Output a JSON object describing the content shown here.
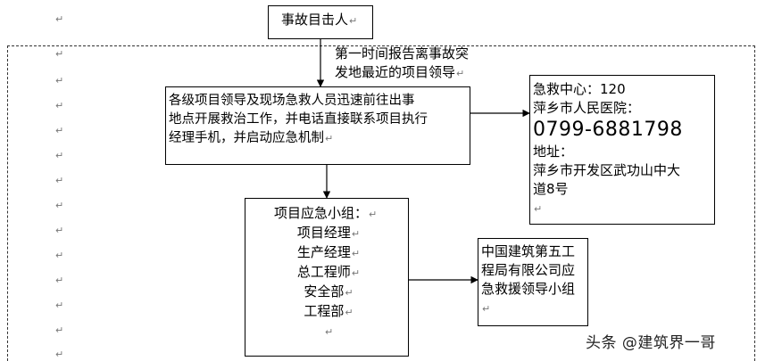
{
  "witness_box": {
    "label": "事故目击人"
  },
  "report_label": {
    "line1": "第一时间报告离事故突",
    "line2": "发地最近的项目领导"
  },
  "action_box": {
    "line1": "各级项目领导及现场急救人员迅速前往出事",
    "line2": "地点开展救治工作，并电话直接联系项目执行",
    "line3": "经理手机，并启动应急机制"
  },
  "hospital_box": {
    "line1": "急救中心：120",
    "line2": "萍乡市人民医院：",
    "phone": "0799-6881798",
    "line4": "地址：",
    "line5": "萍乡市开发区武功山中大",
    "line6": "道8号"
  },
  "team_box": {
    "title": "项目应急小组：",
    "members": [
      "项目经理",
      "生产经理",
      "总工程师",
      "安全部",
      "工程部"
    ]
  },
  "company_box": {
    "line1": "中国建筑第五工",
    "line2": "程局有限公司应",
    "line3": "急救援领导小组"
  },
  "paragraph_mark": "↵",
  "watermark": "头条 @建筑界一哥"
}
